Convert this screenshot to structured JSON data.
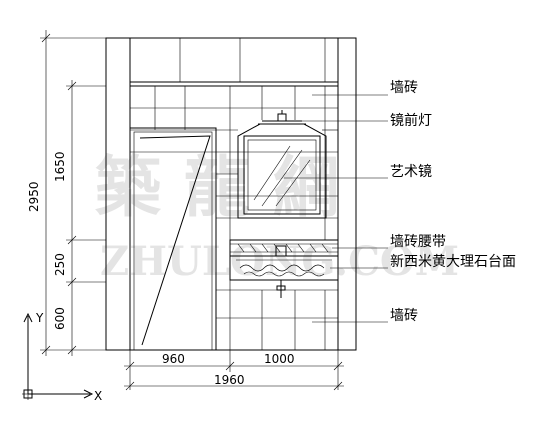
{
  "dimensions": {
    "total_height": "2950",
    "upper_height": "1650",
    "band_height": "250",
    "lower_height": "600",
    "left_width": "960",
    "right_width": "1000",
    "total_width": "1960"
  },
  "labels": {
    "wall_tile_top": "墙砖",
    "mirror_light": "镜前灯",
    "art_mirror": "艺术镜",
    "tile_waistband": "墙砖腰带",
    "countertop": "新西米黄大理石台面",
    "wall_tile_bottom": "墙砖"
  },
  "watermark": {
    "chinese": "築 龍 網",
    "latin": "ZHULONG.COM"
  },
  "axes": {
    "y_label": "Y",
    "x_label": "X"
  }
}
